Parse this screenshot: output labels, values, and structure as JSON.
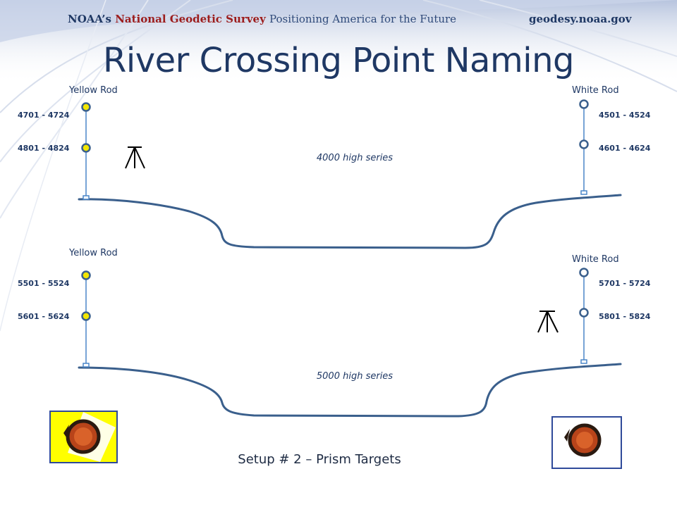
{
  "header": {
    "org_prefix": "NOAA’s",
    "org_name": "National Geodetic Survey",
    "tagline": "Positioning America for the Future",
    "website": "geodesy.noaa.gov"
  },
  "title": "River Crossing Point Naming",
  "diagram_4000": {
    "left_rod_label": "Yellow Rod",
    "right_rod_label": "White Rod",
    "left_upper_range": "4701 - 4724",
    "left_lower_range": "4801 - 4824",
    "right_upper_range": "4501 - 4524",
    "right_lower_range": "4601 - 4624",
    "series_label": "4000 high series"
  },
  "diagram_5000": {
    "left_rod_label": "Yellow Rod",
    "right_rod_label": "White Rod",
    "left_upper_range": "5501 - 5524",
    "left_lower_range": "5601 - 5624",
    "right_upper_range": "5701 - 5724",
    "right_lower_range": "5801 - 5824",
    "series_label": "5000 high series"
  },
  "caption": "Setup # 2 – Prism Targets",
  "colors": {
    "title": "#1f3864",
    "profile_line": "#3a5f8c",
    "rod_line": "#4a86c8",
    "yellow_target": "#f2e600",
    "white_target": "#ffffff",
    "prism_yellow_bg": "#ffff00",
    "prism_box_border": "#2f4a9a"
  }
}
